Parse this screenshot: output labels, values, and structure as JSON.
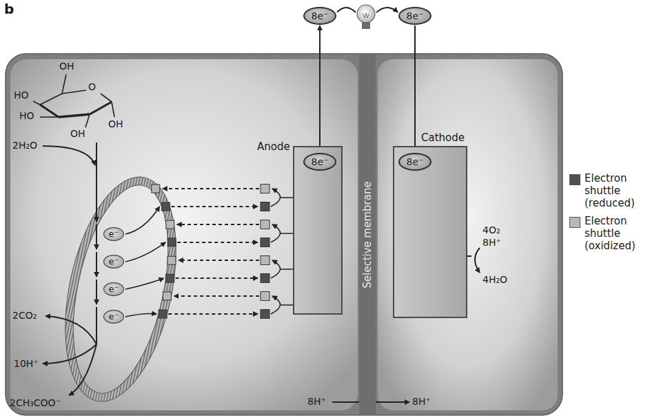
{
  "diagram": {
    "nodes": [
      {
        "text": [
          "8e⁻"
        ]
      },
      {
        "text": [
          "8e⁻"
        ]
      },
      {
        "text": [
          "Anode"
        ]
      },
      {
        "text": [
          "8e⁻"
        ],
        "in": 2
      },
      {
        "text": [
          "Selective membrane"
        ]
      },
      {
        "text": [
          "Cathode"
        ]
      },
      {
        "text": [
          "8e⁻"
        ],
        "in": 5
      },
      {
        "text": [
          "e⁻"
        ]
      },
      {
        "text": [
          "e⁻"
        ]
      },
      {
        "text": [
          "e⁻"
        ]
      },
      {
        "text": [
          "e⁻"
        ]
      }
    ],
    "edges": [
      {
        "from": 3,
        "to": 0,
        "arrow": "to"
      },
      {
        "from": 0,
        "to": 1,
        "arrow": "to"
      },
      {
        "from": 1,
        "to": 6,
        "arrow": "to"
      }
    ],
    "labels": [
      "b",
      "OH",
      "HO",
      "HO",
      "O",
      "OH",
      "OH",
      "2H₂O",
      "2CO₂",
      "10H⁺",
      "2CH₃COO⁻",
      "4O₂",
      "8H⁺",
      "4H₂O",
      "8H⁺",
      "8H⁺"
    ],
    "legend": [
      {
        "text": "Electron shuttle (reduced)",
        "color": "#4f4f4f"
      },
      {
        "text": "Electron shuttle (oxidized)",
        "color": "#b8b8b8"
      }
    ]
  }
}
